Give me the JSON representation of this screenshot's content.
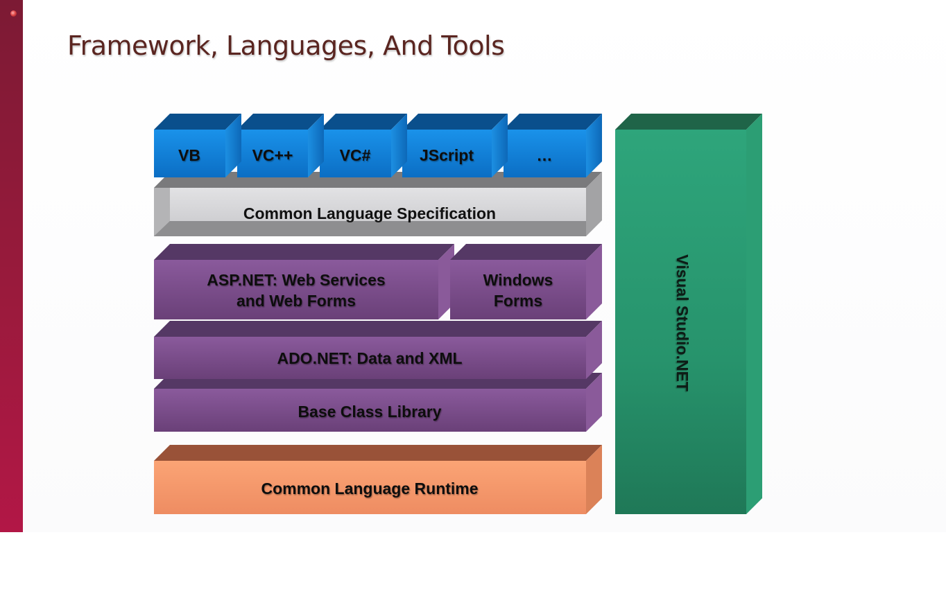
{
  "slide": {
    "title": "Framework, Languages, And Tools"
  },
  "diagram": {
    "languages": [
      "VB",
      "VC++",
      "VC#",
      "JScript",
      "…"
    ],
    "cls": "Common Language Specification",
    "asp_line1": "ASP.NET: Web Services",
    "asp_line2": "and Web Forms",
    "winforms_line1": "Windows",
    "winforms_line2": "Forms",
    "ado": "ADO.NET: Data and XML",
    "bcl": "Base Class Library",
    "clr": "Common Language Runtime",
    "tool": "Visual Studio.NET"
  },
  "colors": {
    "languages": "#0a7bd6",
    "cls": "#d6d6d8",
    "framework": "#7e4f90",
    "clr": "#f2956a",
    "tools": "#2a9a72",
    "sidebar": "#9a1a3c"
  }
}
